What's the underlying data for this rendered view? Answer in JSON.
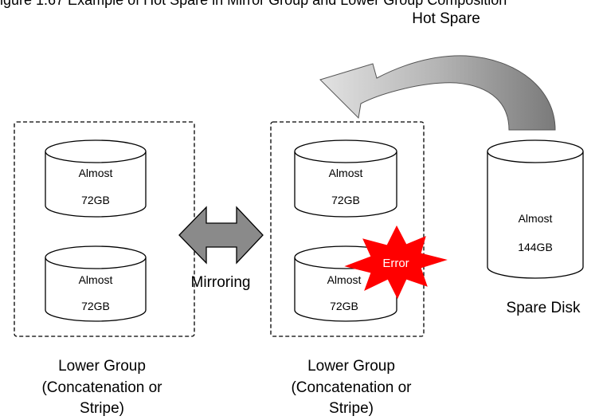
{
  "top_caption": "igure 1.67 Example of Hot Spare in Mirror Group and Lower Group Composition",
  "hot_spare_label": "Hot Spare",
  "mirroring_label": "Mirroring",
  "error_label": "Error",
  "spare_disk": {
    "line1": "Almost",
    "line2": "144GB",
    "label": "Spare Disk"
  },
  "left_group": {
    "disk_top": {
      "line1": "Almost",
      "line2": "72GB"
    },
    "disk_bottom": {
      "line1": "Almost",
      "line2": "72GB"
    },
    "label_line1": "Lower Group",
    "label_line2": "(Concatenation or",
    "label_line3": "Stripe)"
  },
  "right_group": {
    "disk_top": {
      "line1": "Almost",
      "line2": "72GB"
    },
    "disk_bottom": {
      "line1": "Almost",
      "line2": "72GB"
    },
    "label_line1": "Lower Group",
    "label_line2": "(Concatenation or",
    "label_line3": "Stripe)"
  },
  "colors": {
    "arrow_gray": "#8a8a8a",
    "error_red": "#ff0000",
    "outline": "#000000"
  }
}
